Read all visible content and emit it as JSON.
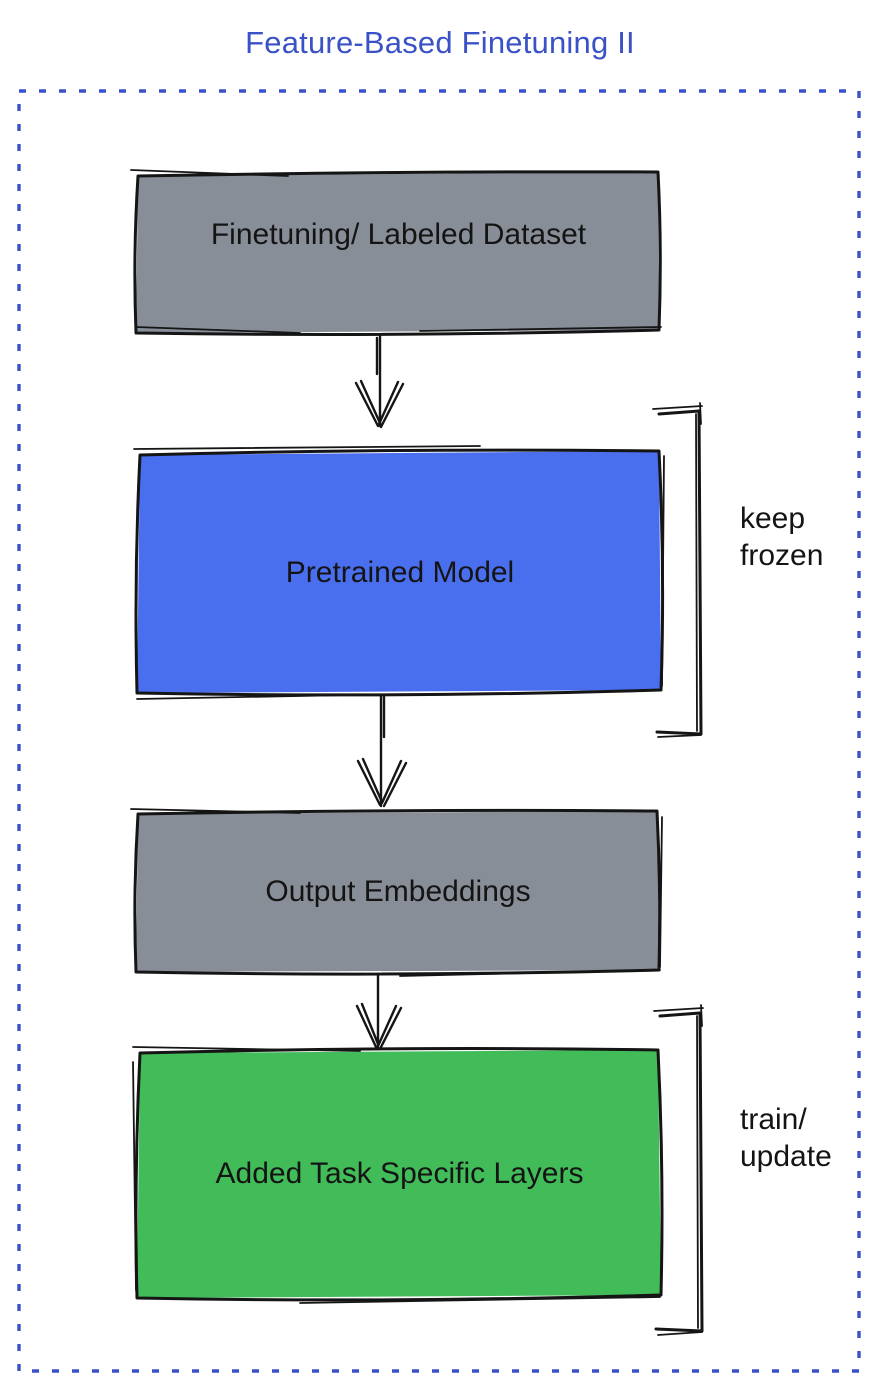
{
  "title": "Feature-Based Finetuning II",
  "diagram_type": "flowchart",
  "colors": {
    "title_blue": "#3a52c6",
    "frame_blue": "#3a51c8",
    "box_gray": "#878e97",
    "box_blue": "#4a6fee",
    "box_green": "#41bc58",
    "ink": "#151515"
  },
  "boxes": [
    {
      "id": "finetuning-dataset",
      "label": "Finetuning/ Labeled Dataset",
      "fill": "gray"
    },
    {
      "id": "pretrained-model",
      "label": "Pretrained Model",
      "fill": "blue"
    },
    {
      "id": "output-embeddings",
      "label": "Output Embeddings",
      "fill": "gray"
    },
    {
      "id": "task-specific-layers",
      "label": "Added Task Specific Layers",
      "fill": "green"
    }
  ],
  "annotations": [
    {
      "target": "pretrained-model",
      "label": "keep\nfrozen"
    },
    {
      "target": "task-specific-layers",
      "label": "train/\nupdate"
    }
  ],
  "connections": [
    {
      "from": "finetuning-dataset",
      "to": "pretrained-model"
    },
    {
      "from": "pretrained-model",
      "to": "output-embeddings"
    },
    {
      "from": "output-embeddings",
      "to": "task-specific-layers"
    }
  ]
}
